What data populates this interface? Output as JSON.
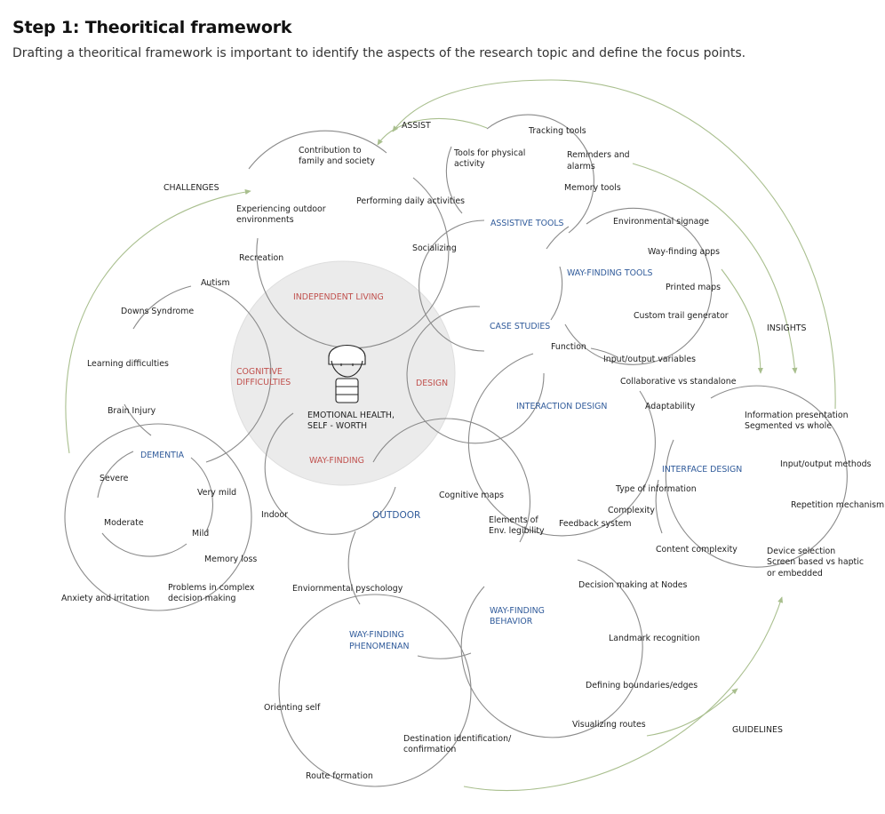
{
  "header": {
    "title": "Step 1: Theoritical framework",
    "subtitle": "Drafting a theoritical framework is important to identify the aspects of the research topic and define the focus points."
  },
  "colors": {
    "blue": "#2f5a9a",
    "red": "#c0504d",
    "green_arrows": "#a9bf8e",
    "circle_lines": "#8a8a8a",
    "center_fill": "#ebebeb"
  },
  "icons": {
    "center": "person-icon"
  },
  "center": {
    "label_line1": "EMOTIONAL HEALTH,",
    "label_line2": "SELF - WORTH"
  },
  "arrows": {
    "assist": "ASSIST",
    "challenges": "CHALLENGES",
    "insights": "INSIGHTS",
    "guidelines": "GUIDELINES"
  },
  "independent_living": {
    "title": "INDEPENDENT LIVING",
    "items": [
      "Contribution to",
      "family and society",
      "Experiencing outdoor",
      "environments",
      "Performing daily activities",
      "Socializing",
      "Recreation"
    ]
  },
  "cognitive_difficulties": {
    "title_line1": "COGNITIVE",
    "title_line2": "DIFFICULTIES",
    "items": [
      "Autism",
      "Downs Syndrome",
      "Learning difficulties",
      "Brain Injury"
    ]
  },
  "dementia": {
    "title": "DEMENTIA",
    "stages": [
      "Severe",
      "Very mild",
      "Moderate",
      "Mild"
    ],
    "symptoms": [
      "Memory loss",
      "Problems in complex",
      "decision making",
      "Anxiety and irritation"
    ]
  },
  "design": {
    "title": "DESIGN"
  },
  "assistive_tools": {
    "title": "ASSISTIVE TOOLS",
    "items": [
      "Tracking tools",
      "Tools for physical",
      "activity",
      "Reminders and",
      "alarms",
      "Memory tools"
    ]
  },
  "way_finding_tools": {
    "title": "WAY-FINDING TOOLS",
    "items": [
      "Environmental signage",
      "Way-finding apps",
      "Printed maps",
      "Custom trail generator"
    ]
  },
  "case_studies": {
    "title": "CASE STUDIES"
  },
  "interaction_design": {
    "title": "INTERACTION DESIGN",
    "items": [
      "Function",
      "Input/output variables",
      "Collaborative vs standalone",
      "Adaptability",
      "Type of information",
      "Complexity",
      "Feedback system"
    ]
  },
  "interface_design": {
    "title": "INTERFACE DESIGN",
    "items": [
      "Information presentation",
      "Segmented vs whole",
      "Input/output methods",
      "Repetition mechanism",
      "Device selection",
      "Screen based vs haptic",
      "or embedded",
      "Content complexity"
    ]
  },
  "way_finding": {
    "title": "WAY-FINDING",
    "indoor": "Indoor",
    "outdoor": "OUTDOOR"
  },
  "way_finding_behavior": {
    "title_line1": "WAY-FINDING",
    "title_line2": "BEHAVIOR",
    "items": [
      "Cognitive maps",
      "Elements of",
      "Env. legibility",
      "Decision making at Nodes",
      "Landmark recognition",
      "Defining boundaries/edges",
      "Visualizing routes"
    ]
  },
  "way_finding_phenomenan": {
    "title_line1": "WAY-FINDING",
    "title_line2": "PHENOMENAN",
    "items": [
      "Enviornmental pyschology",
      "Orienting self",
      "Destination identification/",
      "confirmation",
      "Route formation"
    ]
  }
}
